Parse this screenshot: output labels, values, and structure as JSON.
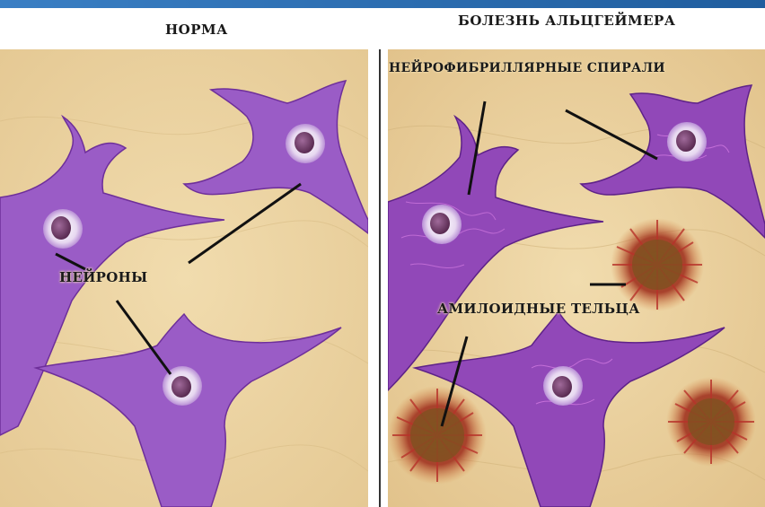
{
  "header": {
    "left_title": "НОРМА",
    "right_title": "БОЛЕЗНЬ АЛЬЦГЕЙМЕРА"
  },
  "labels": {
    "neurons": "НЕЙРОНЫ",
    "tangles": "НЕЙРОФИБРИЛЛЯРНЫЕ СПИРАЛИ",
    "plaques": "АМИЛОИДНЫЕ ТЕЛЬЦА"
  },
  "colors": {
    "tissue": "#ecd6a6",
    "neuron": "#9a5cc6",
    "neuron_dark": "#6e2f9a",
    "nucleus": "#6b3a5e",
    "plaque_red": "#b8322a",
    "plaque_brown": "#7a5320",
    "accent_bar": "#2a6db0"
  }
}
